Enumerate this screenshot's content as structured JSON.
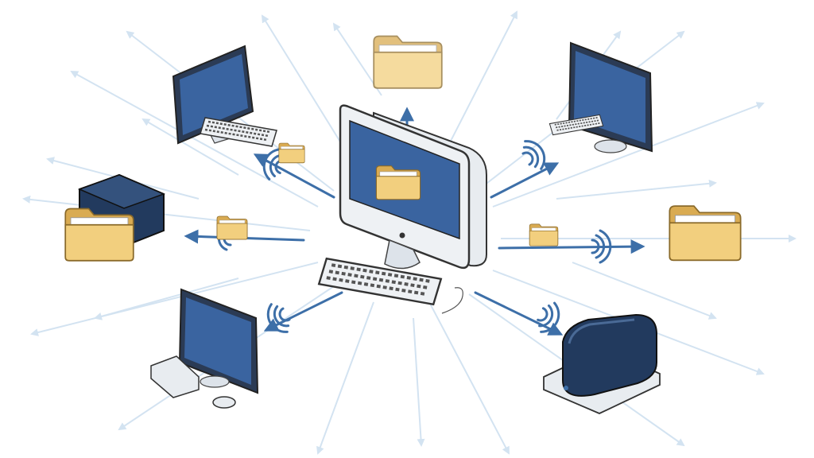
{
  "diagram": {
    "type": "network-file-sharing-illustration",
    "hub": {
      "name": "central-computer",
      "screen_content": "folder-icon"
    },
    "nodes": [
      {
        "name": "computer-top-left",
        "icon": "monitor-icon"
      },
      {
        "name": "folder-top",
        "icon": "folder-icon"
      },
      {
        "name": "computer-top-right",
        "icon": "monitor-icon"
      },
      {
        "name": "server-folder-left",
        "icon": "server-icon"
      },
      {
        "name": "folder-right",
        "icon": "folder-icon"
      },
      {
        "name": "computer-bottom-left",
        "icon": "monitor-icon"
      },
      {
        "name": "router-bottom-right",
        "icon": "router-icon"
      }
    ],
    "connections": [
      {
        "from": "central-computer",
        "to": "computer-top-left",
        "label_icon": "folder-icon"
      },
      {
        "from": "central-computer",
        "to": "folder-top"
      },
      {
        "from": "central-computer",
        "to": "computer-top-right"
      },
      {
        "from": "central-computer",
        "to": "server-folder-left",
        "label_icon": "folder-icon"
      },
      {
        "from": "central-computer",
        "to": "folder-right",
        "label_icon": "folder-icon"
      },
      {
        "from": "central-computer",
        "to": "computer-bottom-left"
      },
      {
        "from": "central-computer",
        "to": "router-bottom-right"
      }
    ],
    "colors": {
      "accent_blue": "#3d6fa8",
      "screen_blue": "#3a64a0",
      "navy": "#223a5e",
      "folder": "#f2cf7e",
      "folder_dark": "#d9ab52",
      "device_gray": "#e8ecf0",
      "background_arrows": "#c8dcee"
    }
  }
}
